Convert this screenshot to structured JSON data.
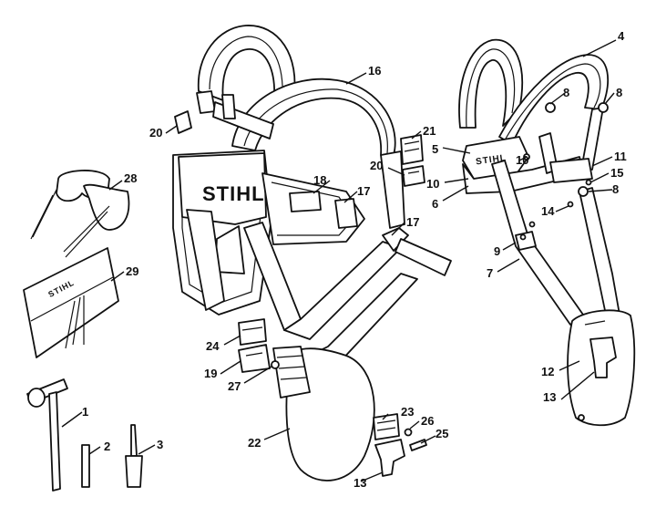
{
  "brand": {
    "harness_logo": "STIHL",
    "belt_logo": "STIHL",
    "pouch_logo": "STIHL"
  },
  "parts": [
    {
      "id": "p1",
      "label": "1"
    },
    {
      "id": "p2",
      "label": "2"
    },
    {
      "id": "p3",
      "label": "3"
    },
    {
      "id": "p4",
      "label": "4"
    },
    {
      "id": "p5",
      "label": "5"
    },
    {
      "id": "p6",
      "label": "6"
    },
    {
      "id": "p7",
      "label": "7"
    },
    {
      "id": "p8a",
      "label": "8"
    },
    {
      "id": "p8b",
      "label": "8"
    },
    {
      "id": "p8c",
      "label": "8"
    },
    {
      "id": "p9",
      "label": "9"
    },
    {
      "id": "p10a",
      "label": "10"
    },
    {
      "id": "p10b",
      "label": "10"
    },
    {
      "id": "p11",
      "label": "11"
    },
    {
      "id": "p12",
      "label": "12"
    },
    {
      "id": "p13a",
      "label": "13"
    },
    {
      "id": "p13b",
      "label": "13"
    },
    {
      "id": "p14",
      "label": "14"
    },
    {
      "id": "p15",
      "label": "15"
    },
    {
      "id": "p16",
      "label": "16"
    },
    {
      "id": "p17a",
      "label": "17"
    },
    {
      "id": "p17b",
      "label": "17"
    },
    {
      "id": "p18",
      "label": "18"
    },
    {
      "id": "p19",
      "label": "19"
    },
    {
      "id": "p20a",
      "label": "20"
    },
    {
      "id": "p20b",
      "label": "20"
    },
    {
      "id": "p21",
      "label": "21"
    },
    {
      "id": "p22",
      "label": "22"
    },
    {
      "id": "p23",
      "label": "23"
    },
    {
      "id": "p24",
      "label": "24"
    },
    {
      "id": "p25",
      "label": "25"
    },
    {
      "id": "p26",
      "label": "26"
    },
    {
      "id": "p27",
      "label": "27"
    },
    {
      "id": "p28",
      "label": "28"
    },
    {
      "id": "p29",
      "label": "29"
    }
  ]
}
